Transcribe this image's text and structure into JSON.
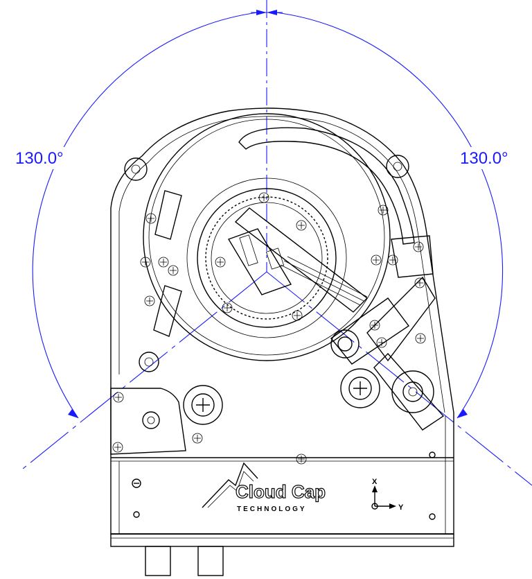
{
  "dimensions": {
    "left_angle": "130.0°",
    "right_angle": "130.0°",
    "color": "#1a1aff"
  },
  "logo": {
    "name": "Cloud Cap",
    "subtitle": "TECHNOLOGY"
  },
  "axes": {
    "x_label": "X",
    "y_label": "Y"
  },
  "colors": {
    "line": "#000000",
    "background": "#ffffff"
  }
}
